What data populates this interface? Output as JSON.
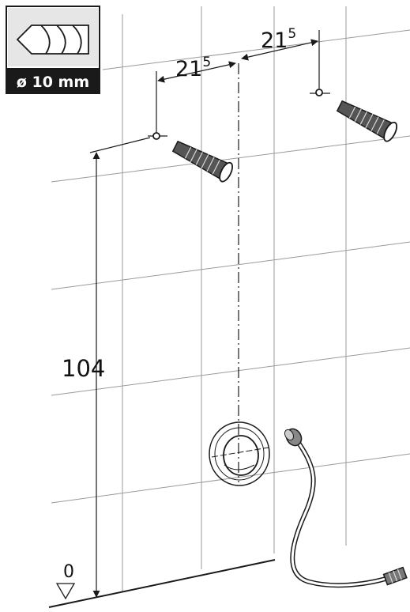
{
  "drill_badge": {
    "icon": "drill-bit-icon",
    "size_label": "ø 10 mm"
  },
  "dimensions": {
    "left_spacing": {
      "main": "21",
      "sup": "5"
    },
    "right_spacing": {
      "main": "21",
      "sup": "5"
    },
    "height": "104",
    "floor_level": "0"
  },
  "colors": {
    "line": "#1a1a1a",
    "tile_grid": "#9a9a9a",
    "badge_bg": "#1a1a1a",
    "anchor_fill": "#555555"
  }
}
